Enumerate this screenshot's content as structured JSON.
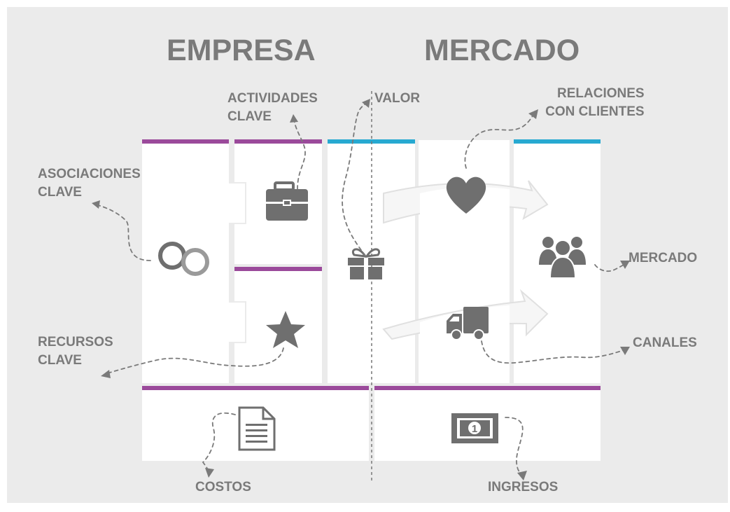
{
  "headings": {
    "left": "EMPRESA",
    "right": "MERCADO"
  },
  "labels": {
    "asociaciones": [
      "ASOCIACIONES",
      "CLAVE"
    ],
    "actividades": [
      "ACTIVIDADES",
      "CLAVE"
    ],
    "valor": [
      "VALOR"
    ],
    "relaciones": [
      "RELACIONES",
      "CON CLIENTES"
    ],
    "mercado": [
      "MERCADO"
    ],
    "recursos": [
      "RECURSOS",
      "CLAVE"
    ],
    "canales": [
      "CANALES"
    ],
    "costos": [
      "COSTOS"
    ],
    "ingresos": [
      "INGRESOS"
    ]
  },
  "colors": {
    "background": "#ebebeb",
    "block": "#ffffff",
    "empresa_accent": "#9b4a9b",
    "mercado_accent": "#27a9d1",
    "icon": "#6f6f6f",
    "text": "#7a7a7a"
  },
  "icons": [
    "rings-icon",
    "briefcase-icon",
    "star-icon",
    "gift-icon",
    "heart-icon",
    "group-icon",
    "truck-icon",
    "document-icon",
    "banknote-icon"
  ]
}
